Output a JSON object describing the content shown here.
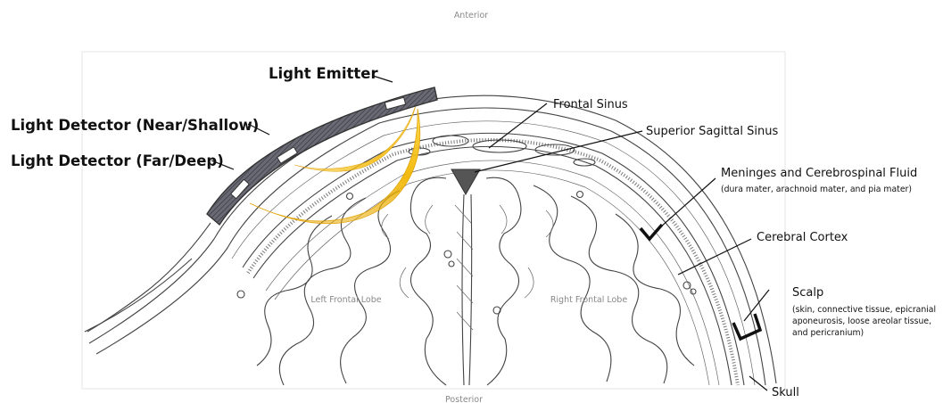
{
  "orientation": {
    "top": "Anterior",
    "bottom": "Posterior"
  },
  "device_labels": {
    "emitter": "Light Emitter",
    "near_detector": "Light Detector (Near/Shallow)",
    "far_detector": "Light Detector (Far/Deep)"
  },
  "anatomy_labels": {
    "frontal_sinus": "Frontal Sinus",
    "superior_sagittal_sinus": "Superior Sagittal Sinus",
    "meninges": "Meninges and Cerebrospinal Fluid",
    "meninges_sub": "(dura mater, arachnoid mater, and pia mater)",
    "cerebral_cortex": "Cerebral Cortex",
    "scalp": "Scalp",
    "scalp_sub": [
      "(skin, connective tissue, epicranial",
      "aponeurosis, loose areolar tissue,",
      "and pericranium)"
    ],
    "skull": "Skull"
  },
  "lobe_labels": {
    "left": "Left Frontal Lobe",
    "right": "Right Frontal Lobe"
  },
  "colors": {
    "light_path": "#f2b705",
    "light_path_edge": "#e09a00",
    "device": "#5a5a66",
    "bracket": "#111111"
  }
}
